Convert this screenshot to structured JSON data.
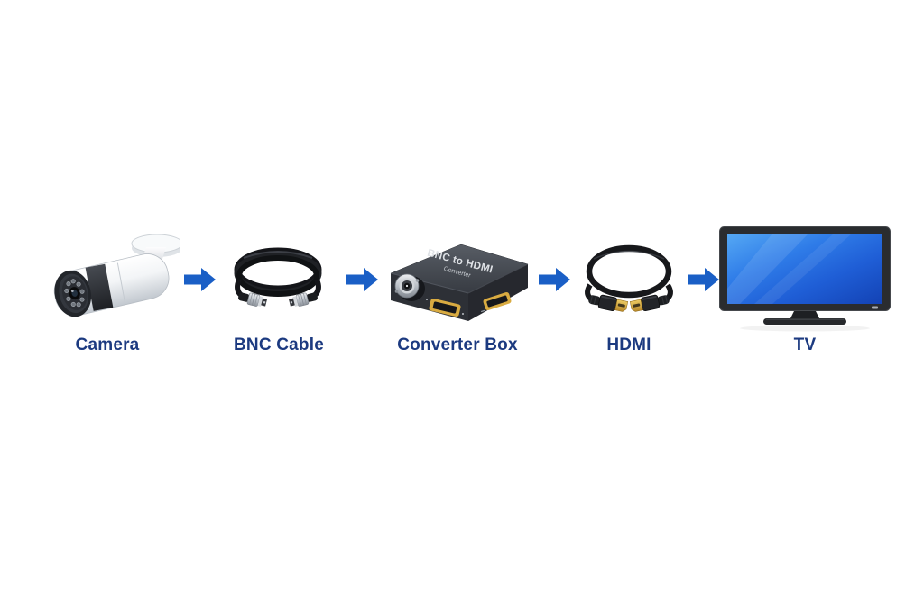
{
  "diagram": {
    "description": "Camera to TV connection flow",
    "background_color": "#ffffff",
    "arrow_color": "#1a5fc6",
    "label_color": "#1c3a80",
    "flow": [
      {
        "label": "Camera"
      },
      {
        "label": "BNC Cable"
      },
      {
        "label": "Converter Box",
        "device_text": {
          "line1": "BNC to HDMI",
          "line2": "Converter"
        }
      },
      {
        "label": "HDMI"
      },
      {
        "label": "TV"
      }
    ]
  }
}
